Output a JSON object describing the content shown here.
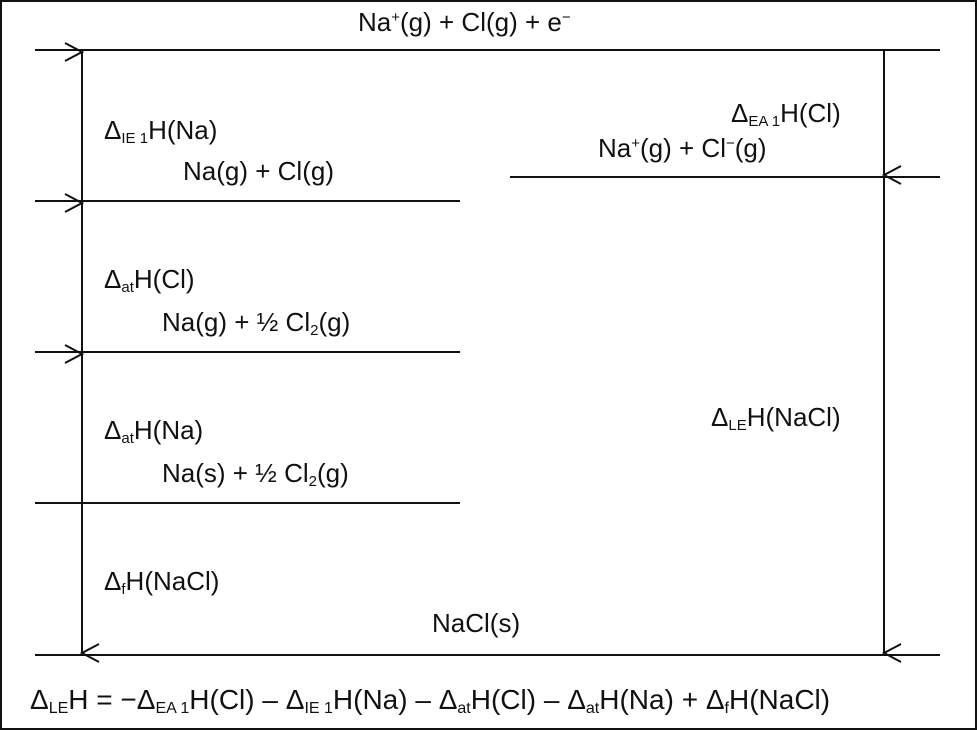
{
  "diagram": {
    "levels": {
      "ions_electron": {
        "a": "Na",
        "a_sup": "+",
        "b": "(g) + Cl(g) + e",
        "b_sup": "−"
      },
      "ions": {
        "a": "Na",
        "a_sup": "+",
        "b": "(g) + Cl",
        "b_sup": "−",
        "c": "(g)"
      },
      "gas_atoms": {
        "text": "Na(g) + Cl(g)"
      },
      "na_gas_cl2": {
        "a": "Na(g) + ½ Cl",
        "sub": "2",
        "b": "(g)"
      },
      "elements": {
        "a": "Na(s) + ½ Cl",
        "sub": "2",
        "b": "(g)"
      },
      "solid": {
        "text": "NaCl(s)"
      }
    },
    "steps": {
      "ie": {
        "delta": "Δ",
        "sub": "IE 1",
        "rest": "H(Na)"
      },
      "ea": {
        "delta": "Δ",
        "sub": "EA 1",
        "rest": "H(Cl)"
      },
      "at_cl": {
        "delta": "Δ",
        "sub": "at",
        "rest": "H(Cl)"
      },
      "at_na": {
        "delta": "Δ",
        "sub": "at",
        "rest": "H(Na)"
      },
      "f_nacl": {
        "delta": "Δ",
        "sub": "f",
        "rest": "H(NaCl)"
      },
      "le": {
        "delta": "Δ",
        "sub": "LE",
        "rest": "H(NaCl)"
      }
    },
    "equation": {
      "p1": "Δ",
      "s1": "LE",
      "p2": "H = −Δ",
      "s2": "EA 1",
      "p3": "H(Cl) – Δ",
      "s3": "IE 1",
      "p4": "H(Na) – Δ",
      "s4": "at",
      "p5": "H(Cl) – Δ",
      "s5": "at",
      "p6": "H(Na) + Δ",
      "s6": "f",
      "p7": "H(NaCl)"
    }
  }
}
